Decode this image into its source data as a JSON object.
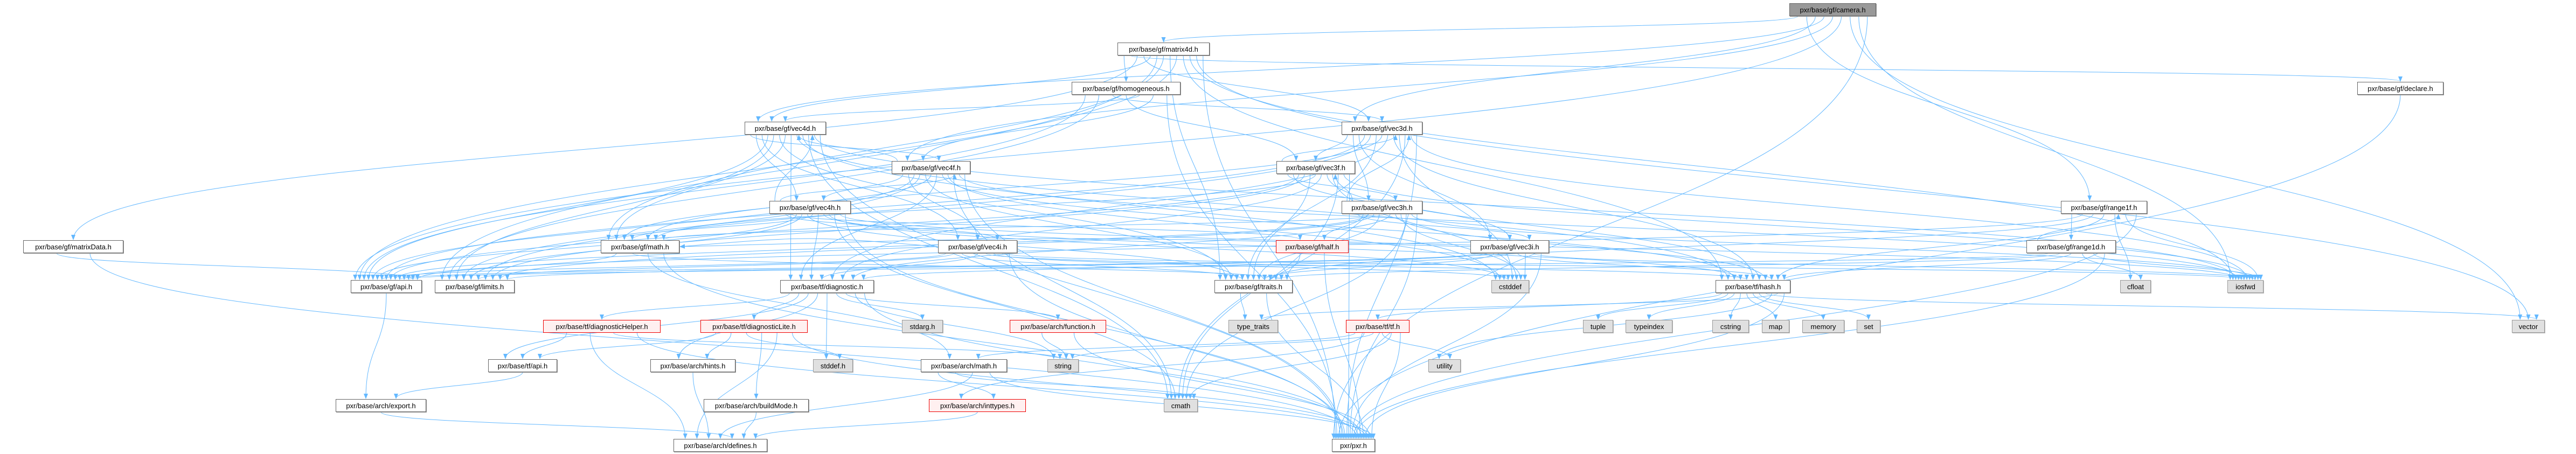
{
  "graph": {
    "title": "pxr/base/gf/camera.h",
    "edge_color": "#63b8ff",
    "nodes": [
      {
        "id": "camera",
        "label": "pxr/base/gf/camera.h",
        "kind": "current"
      },
      {
        "id": "matrix4d",
        "label": "pxr/base/gf/matrix4d.h",
        "kind": "normal"
      },
      {
        "id": "homogeneous",
        "label": "pxr/base/gf/homogeneous.h",
        "kind": "normal"
      },
      {
        "id": "declare",
        "label": "pxr/base/gf/declare.h",
        "kind": "normal"
      },
      {
        "id": "vec4d",
        "label": "pxr/base/gf/vec4d.h",
        "kind": "normal"
      },
      {
        "id": "vec3d",
        "label": "pxr/base/gf/vec3d.h",
        "kind": "normal"
      },
      {
        "id": "vec4f",
        "label": "pxr/base/gf/vec4f.h",
        "kind": "normal"
      },
      {
        "id": "vec3f",
        "label": "pxr/base/gf/vec3f.h",
        "kind": "normal"
      },
      {
        "id": "vec4h",
        "label": "pxr/base/gf/vec4h.h",
        "kind": "normal"
      },
      {
        "id": "vec3h",
        "label": "pxr/base/gf/vec3h.h",
        "kind": "normal"
      },
      {
        "id": "range1f",
        "label": "pxr/base/gf/range1f.h",
        "kind": "normal"
      },
      {
        "id": "matrixData",
        "label": "pxr/base/gf/matrixData.h",
        "kind": "normal"
      },
      {
        "id": "math",
        "label": "pxr/base/gf/math.h",
        "kind": "normal"
      },
      {
        "id": "vec4i",
        "label": "pxr/base/gf/vec4i.h",
        "kind": "normal"
      },
      {
        "id": "half",
        "label": "pxr/base/gf/half.h",
        "kind": "incomplete"
      },
      {
        "id": "vec3i",
        "label": "pxr/base/gf/vec3i.h",
        "kind": "normal"
      },
      {
        "id": "range1d",
        "label": "pxr/base/gf/range1d.h",
        "kind": "normal"
      },
      {
        "id": "api",
        "label": "pxr/base/gf/api.h",
        "kind": "normal"
      },
      {
        "id": "limits",
        "label": "pxr/base/gf/limits.h",
        "kind": "normal"
      },
      {
        "id": "diagnostic",
        "label": "pxr/base/tf/diagnostic.h",
        "kind": "normal"
      },
      {
        "id": "traits",
        "label": "pxr/base/gf/traits.h",
        "kind": "normal"
      },
      {
        "id": "cstddef",
        "label": "cstddef",
        "kind": "system"
      },
      {
        "id": "hash",
        "label": "pxr/base/tf/hash.h",
        "kind": "normal"
      },
      {
        "id": "cfloat",
        "label": "cfloat",
        "kind": "system"
      },
      {
        "id": "iosfwd",
        "label": "iosfwd",
        "kind": "system"
      },
      {
        "id": "diagHelper",
        "label": "pxr/base/tf/diagnosticHelper.h",
        "kind": "incomplete"
      },
      {
        "id": "diagLite",
        "label": "pxr/base/tf/diagnosticLite.h",
        "kind": "incomplete"
      },
      {
        "id": "stdarg",
        "label": "stdarg.h",
        "kind": "system"
      },
      {
        "id": "function",
        "label": "pxr/base/arch/function.h",
        "kind": "incomplete"
      },
      {
        "id": "type_traits",
        "label": "type_traits",
        "kind": "system"
      },
      {
        "id": "tf",
        "label": "pxr/base/tf/tf.h",
        "kind": "incomplete"
      },
      {
        "id": "tuple",
        "label": "tuple",
        "kind": "system"
      },
      {
        "id": "typeindex",
        "label": "typeindex",
        "kind": "system"
      },
      {
        "id": "cstring",
        "label": "cstring",
        "kind": "system"
      },
      {
        "id": "map",
        "label": "map",
        "kind": "system"
      },
      {
        "id": "memory",
        "label": "memory",
        "kind": "system"
      },
      {
        "id": "set",
        "label": "set",
        "kind": "system"
      },
      {
        "id": "vector",
        "label": "vector",
        "kind": "system"
      },
      {
        "id": "tfapi",
        "label": "pxr/base/tf/api.h",
        "kind": "normal"
      },
      {
        "id": "hints",
        "label": "pxr/base/arch/hints.h",
        "kind": "normal"
      },
      {
        "id": "stddef",
        "label": "stddef.h",
        "kind": "system"
      },
      {
        "id": "archmath",
        "label": "pxr/base/arch/math.h",
        "kind": "normal"
      },
      {
        "id": "string",
        "label": "string",
        "kind": "system"
      },
      {
        "id": "utility",
        "label": "utility",
        "kind": "system"
      },
      {
        "id": "export",
        "label": "pxr/base/arch/export.h",
        "kind": "normal"
      },
      {
        "id": "buildMode",
        "label": "pxr/base/arch/buildMode.h",
        "kind": "normal"
      },
      {
        "id": "inttypes",
        "label": "pxr/base/arch/inttypes.h",
        "kind": "incomplete"
      },
      {
        "id": "cmath",
        "label": "cmath",
        "kind": "system"
      },
      {
        "id": "defines",
        "label": "pxr/base/arch/defines.h",
        "kind": "normal"
      },
      {
        "id": "pxr",
        "label": "pxr/pxr.h",
        "kind": "normal"
      }
    ],
    "edges": [
      [
        "camera",
        "matrix4d"
      ],
      [
        "camera",
        "range1f"
      ],
      [
        "camera",
        "vec3d"
      ],
      [
        "camera",
        "vec4d"
      ],
      [
        "camera",
        "vec4f"
      ],
      [
        "camera",
        "api"
      ],
      [
        "camera",
        "vector"
      ],
      [
        "camera",
        "iosfwd"
      ],
      [
        "camera",
        "pxr"
      ],
      [
        "matrix4d",
        "homogeneous"
      ],
      [
        "matrix4d",
        "declare"
      ],
      [
        "matrix4d",
        "matrixData"
      ],
      [
        "matrix4d",
        "vec3d"
      ],
      [
        "matrix4d",
        "vec4d"
      ],
      [
        "matrix4d",
        "limits"
      ],
      [
        "matrix4d",
        "math"
      ],
      [
        "matrix4d",
        "traits"
      ],
      [
        "matrix4d",
        "api"
      ],
      [
        "matrix4d",
        "hash"
      ],
      [
        "matrix4d",
        "iosfwd"
      ],
      [
        "matrix4d",
        "vector"
      ],
      [
        "matrix4d",
        "pxr"
      ],
      [
        "homogeneous",
        "api"
      ],
      [
        "homogeneous",
        "limits"
      ],
      [
        "homogeneous",
        "vec3d"
      ],
      [
        "homogeneous",
        "vec3f"
      ],
      [
        "homogeneous",
        "vec4d"
      ],
      [
        "homogeneous",
        "vec4f"
      ],
      [
        "homogeneous",
        "pxr"
      ],
      [
        "declare",
        "pxr"
      ],
      [
        "vec4d",
        "vec4f"
      ],
      [
        "vec4d",
        "vec4h"
      ],
      [
        "vec4d",
        "vec4i"
      ],
      [
        "vec4d",
        "api"
      ],
      [
        "vec4d",
        "limits"
      ],
      [
        "vec4d",
        "traits"
      ],
      [
        "vec4d",
        "math"
      ],
      [
        "vec4d",
        "diagnostic"
      ],
      [
        "vec4d",
        "hash"
      ],
      [
        "vec4d",
        "cstddef"
      ],
      [
        "vec4d",
        "cmath"
      ],
      [
        "vec4d",
        "iosfwd"
      ],
      [
        "vec4d",
        "pxr"
      ],
      [
        "vec4f",
        "vec4d"
      ],
      [
        "vec4f",
        "vec4h"
      ],
      [
        "vec4f",
        "vec4i"
      ],
      [
        "vec4f",
        "api"
      ],
      [
        "vec4f",
        "limits"
      ],
      [
        "vec4f",
        "traits"
      ],
      [
        "vec4f",
        "math"
      ],
      [
        "vec4f",
        "diagnostic"
      ],
      [
        "vec4f",
        "hash"
      ],
      [
        "vec4f",
        "cstddef"
      ],
      [
        "vec4f",
        "cmath"
      ],
      [
        "vec4f",
        "iosfwd"
      ],
      [
        "vec4f",
        "pxr"
      ],
      [
        "vec4h",
        "vec4d"
      ],
      [
        "vec4h",
        "vec4f"
      ],
      [
        "vec4h",
        "vec4i"
      ],
      [
        "vec4h",
        "half"
      ],
      [
        "vec4h",
        "api"
      ],
      [
        "vec4h",
        "limits"
      ],
      [
        "vec4h",
        "traits"
      ],
      [
        "vec4h",
        "math"
      ],
      [
        "vec4h",
        "diagnostic"
      ],
      [
        "vec4h",
        "hash"
      ],
      [
        "vec4h",
        "cstddef"
      ],
      [
        "vec4h",
        "cmath"
      ],
      [
        "vec4h",
        "iosfwd"
      ],
      [
        "vec4h",
        "pxr"
      ],
      [
        "vec4i",
        "api"
      ],
      [
        "vec4i",
        "limits"
      ],
      [
        "vec4i",
        "traits"
      ],
      [
        "vec4i",
        "math"
      ],
      [
        "vec4i",
        "diagnostic"
      ],
      [
        "vec4i",
        "hash"
      ],
      [
        "vec4i",
        "cstddef"
      ],
      [
        "vec4i",
        "iosfwd"
      ],
      [
        "vec4i",
        "pxr"
      ],
      [
        "vec3d",
        "vec3f"
      ],
      [
        "vec3d",
        "vec3h"
      ],
      [
        "vec3d",
        "vec3i"
      ],
      [
        "vec3d",
        "api"
      ],
      [
        "vec3d",
        "limits"
      ],
      [
        "vec3d",
        "traits"
      ],
      [
        "vec3d",
        "math"
      ],
      [
        "vec3d",
        "diagnostic"
      ],
      [
        "vec3d",
        "hash"
      ],
      [
        "vec3d",
        "cstddef"
      ],
      [
        "vec3d",
        "cmath"
      ],
      [
        "vec3d",
        "iosfwd"
      ],
      [
        "vec3d",
        "pxr"
      ],
      [
        "vec3f",
        "vec3d"
      ],
      [
        "vec3f",
        "vec3h"
      ],
      [
        "vec3f",
        "vec3i"
      ],
      [
        "vec3f",
        "api"
      ],
      [
        "vec3f",
        "limits"
      ],
      [
        "vec3f",
        "traits"
      ],
      [
        "vec3f",
        "math"
      ],
      [
        "vec3f",
        "diagnostic"
      ],
      [
        "vec3f",
        "hash"
      ],
      [
        "vec3f",
        "cstddef"
      ],
      [
        "vec3f",
        "cmath"
      ],
      [
        "vec3f",
        "iosfwd"
      ],
      [
        "vec3f",
        "pxr"
      ],
      [
        "vec3h",
        "vec3d"
      ],
      [
        "vec3h",
        "vec3f"
      ],
      [
        "vec3h",
        "vec3i"
      ],
      [
        "vec3h",
        "half"
      ],
      [
        "vec3h",
        "api"
      ],
      [
        "vec3h",
        "limits"
      ],
      [
        "vec3h",
        "traits"
      ],
      [
        "vec3h",
        "math"
      ],
      [
        "vec3h",
        "diagnostic"
      ],
      [
        "vec3h",
        "hash"
      ],
      [
        "vec3h",
        "cstddef"
      ],
      [
        "vec3h",
        "cmath"
      ],
      [
        "vec3h",
        "iosfwd"
      ],
      [
        "vec3h",
        "pxr"
      ],
      [
        "vec3i",
        "api"
      ],
      [
        "vec3i",
        "limits"
      ],
      [
        "vec3i",
        "traits"
      ],
      [
        "vec3i",
        "math"
      ],
      [
        "vec3i",
        "diagnostic"
      ],
      [
        "vec3i",
        "hash"
      ],
      [
        "vec3i",
        "cstddef"
      ],
      [
        "vec3i",
        "iosfwd"
      ],
      [
        "vec3i",
        "pxr"
      ],
      [
        "range1f",
        "range1d"
      ],
      [
        "range1f",
        "api"
      ],
      [
        "range1f",
        "traits"
      ],
      [
        "range1f",
        "hash"
      ],
      [
        "range1f",
        "cfloat"
      ],
      [
        "range1f",
        "iosfwd"
      ],
      [
        "range1f",
        "pxr"
      ],
      [
        "range1d",
        "range1f"
      ],
      [
        "range1d",
        "api"
      ],
      [
        "range1d",
        "traits"
      ],
      [
        "range1d",
        "hash"
      ],
      [
        "range1d",
        "cfloat"
      ],
      [
        "range1d",
        "iosfwd"
      ],
      [
        "range1d",
        "pxr"
      ],
      [
        "matrixData",
        "api"
      ],
      [
        "matrixData",
        "pxr"
      ],
      [
        "math",
        "api"
      ],
      [
        "math",
        "traits"
      ],
      [
        "math",
        "archmath"
      ],
      [
        "math",
        "pxr"
      ],
      [
        "half",
        "traits"
      ],
      [
        "half",
        "pxr"
      ],
      [
        "api",
        "export"
      ],
      [
        "diagnostic",
        "diagHelper"
      ],
      [
        "diagnostic",
        "diagLite"
      ],
      [
        "diagnostic",
        "tfapi"
      ],
      [
        "diagnostic",
        "hints"
      ],
      [
        "diagnostic",
        "stddef"
      ],
      [
        "diagnostic",
        "stdarg"
      ],
      [
        "diagnostic",
        "function"
      ],
      [
        "diagnostic",
        "string"
      ],
      [
        "diagnostic",
        "pxr"
      ],
      [
        "traits",
        "type_traits"
      ],
      [
        "traits",
        "pxr"
      ],
      [
        "hash",
        "tf"
      ],
      [
        "hash",
        "tuple"
      ],
      [
        "hash",
        "typeindex"
      ],
      [
        "hash",
        "cstring"
      ],
      [
        "hash",
        "map"
      ],
      [
        "hash",
        "memory"
      ],
      [
        "hash",
        "set"
      ],
      [
        "hash",
        "vector"
      ],
      [
        "hash",
        "utility"
      ],
      [
        "hash",
        "type_traits"
      ],
      [
        "hash",
        "pxr"
      ],
      [
        "diagHelper",
        "tfapi"
      ],
      [
        "diagHelper",
        "defines"
      ],
      [
        "diagHelper",
        "string"
      ],
      [
        "diagHelper",
        "pxr"
      ],
      [
        "diagLite",
        "tfapi"
      ],
      [
        "diagLite",
        "hints"
      ],
      [
        "diagLite",
        "stddef"
      ],
      [
        "diagLite",
        "buildMode"
      ],
      [
        "diagLite",
        "defines"
      ],
      [
        "diagLite",
        "pxr"
      ],
      [
        "function",
        "string"
      ],
      [
        "function",
        "pxr"
      ],
      [
        "tf",
        "archmath"
      ],
      [
        "tf",
        "inttypes"
      ],
      [
        "tf",
        "string"
      ],
      [
        "tf",
        "utility"
      ],
      [
        "tf",
        "cmath"
      ],
      [
        "tf",
        "pxr"
      ],
      [
        "tfapi",
        "export"
      ],
      [
        "hints",
        "defines"
      ],
      [
        "archmath",
        "inttypes"
      ],
      [
        "archmath",
        "cmath"
      ],
      [
        "archmath",
        "defines"
      ],
      [
        "archmath",
        "pxr"
      ],
      [
        "export",
        "defines"
      ],
      [
        "buildMode",
        "defines"
      ],
      [
        "inttypes",
        "defines"
      ]
    ]
  }
}
